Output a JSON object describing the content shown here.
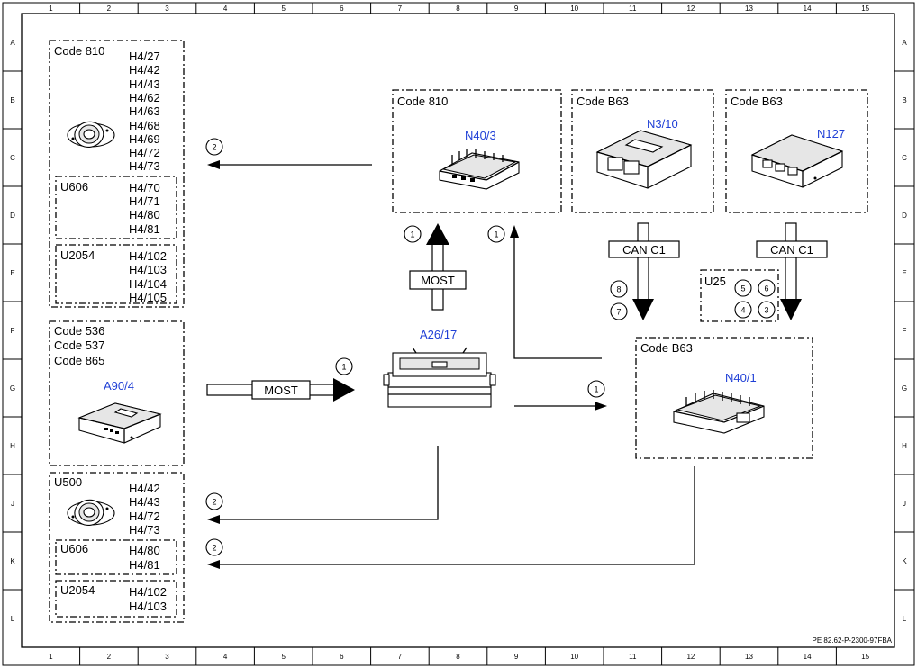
{
  "grid": {
    "columns": [
      "1",
      "2",
      "3",
      "4",
      "5",
      "6",
      "7",
      "8",
      "9",
      "10",
      "11",
      "12",
      "13",
      "14",
      "15"
    ],
    "rows": [
      "A",
      "B",
      "C",
      "D",
      "E",
      "F",
      "G",
      "H",
      "J",
      "K",
      "L"
    ]
  },
  "footer_ref": "PE 82.62-P-2300-97FBA",
  "groups": {
    "speakers_810": {
      "code": "Code 810",
      "items": [
        "H4/27",
        "H4/42",
        "H4/43",
        "H4/62",
        "H4/63",
        "H4/68",
        "H4/69",
        "H4/72",
        "H4/73"
      ],
      "u606": {
        "label": "U606",
        "items": [
          "H4/70",
          "H4/71",
          "H4/80",
          "H4/81"
        ]
      },
      "u2054": {
        "label": "U2054",
        "items": [
          "H4/102",
          "H4/103",
          "H4/104",
          "H4/105"
        ]
      }
    },
    "tuner": {
      "codes": [
        "Code 536",
        "Code 537",
        "Code 865"
      ],
      "component": "A90/4"
    },
    "speakers_u500": {
      "label": "U500",
      "items": [
        "H4/42",
        "H4/43",
        "H4/72",
        "H4/73"
      ],
      "u606": {
        "label": "U606",
        "items": [
          "H4/80",
          "H4/81"
        ]
      },
      "u2054": {
        "label": "U2054",
        "items": [
          "H4/102",
          "H4/103"
        ]
      }
    },
    "amp_810": {
      "code": "Code 810",
      "component": "N40/3"
    },
    "engine_b63": {
      "code": "Code B63",
      "component": "N3/10"
    },
    "n127_b63": {
      "code": "Code B63",
      "component": "N127"
    },
    "amp_b63": {
      "code": "Code B63",
      "component": "N40/1"
    },
    "head_unit": {
      "component": "A26/17"
    },
    "u25": {
      "label": "U25",
      "nums": [
        "5",
        "6",
        "4",
        "3"
      ]
    }
  },
  "buses": {
    "most": "MOST",
    "can": "CAN C1"
  },
  "callouts": {
    "one": "1",
    "two": "2",
    "three": "3",
    "four": "4",
    "five": "5",
    "six": "6",
    "seven": "7",
    "eight": "8"
  },
  "colors": {
    "component_label": "#1f3fd6",
    "line": "#000000"
  },
  "icons": [
    "speaker-icon",
    "amplifier-icon",
    "control-unit-icon",
    "head-unit-icon",
    "tuner-icon"
  ]
}
